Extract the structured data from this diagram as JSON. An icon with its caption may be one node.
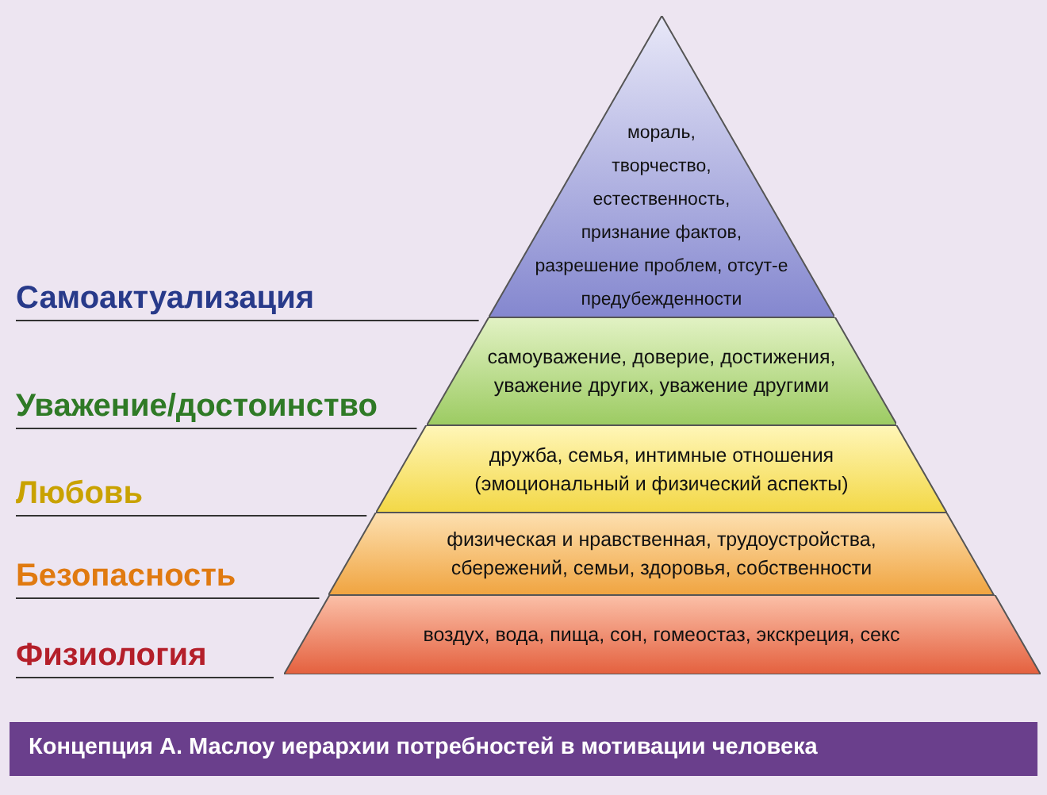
{
  "diagram": {
    "caption": "Концепция А. Маслоу иерархии потребностей в мотивации человека",
    "nodes": [
      {
        "text": [
          "мораль, творчество, естественность, признание фактов, разрешение проблем, отсут-е предубежденности"
        ]
      },
      {
        "text": [
          "самоуважение, доверие, достижения, уважение других, уважение другими"
        ]
      },
      {
        "text": [
          "дружба, семья, интимные отношения (эмоциональный и физический аспекты)"
        ]
      },
      {
        "text": [
          "физическая и нравственная, трудоустройства, сбережений, семьи, здоровья, собственности"
        ]
      },
      {
        "text": [
          "воздух, вода, пища, сон, гомеостаз, экскреция, секс"
        ]
      }
    ],
    "labels": [
      "Самоактуализация",
      "Уважение/достоинство",
      "Любовь",
      "Безопасность",
      "Физиология"
    ]
  }
}
